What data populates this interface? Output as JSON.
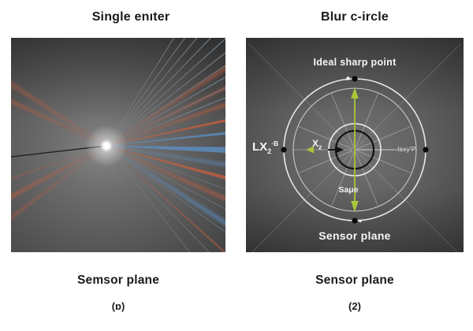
{
  "figure": {
    "left": {
      "title": "Single enıter",
      "caption": "Semsor plane",
      "tag": "(ɒ)"
    },
    "right": {
      "title": "Blur c-ircle",
      "top_label": "Ideal sharp point",
      "lens_label": {
        "base": "LX",
        "sub": "2",
        "sup": "·B"
      },
      "arrow_label": {
        "base": "X",
        "sub": "2"
      },
      "radius_label": "Isxy'P",
      "inner_label": "Saμe",
      "plane_label": "Sensor plane",
      "caption": "Sensor plane",
      "tag": "(2)"
    },
    "colors": {
      "accent_green": "#a9c73b",
      "ray_red": "#c05f42",
      "ray_blue": "#5d8fc4",
      "ray_steel": "#9fb6c9"
    }
  }
}
